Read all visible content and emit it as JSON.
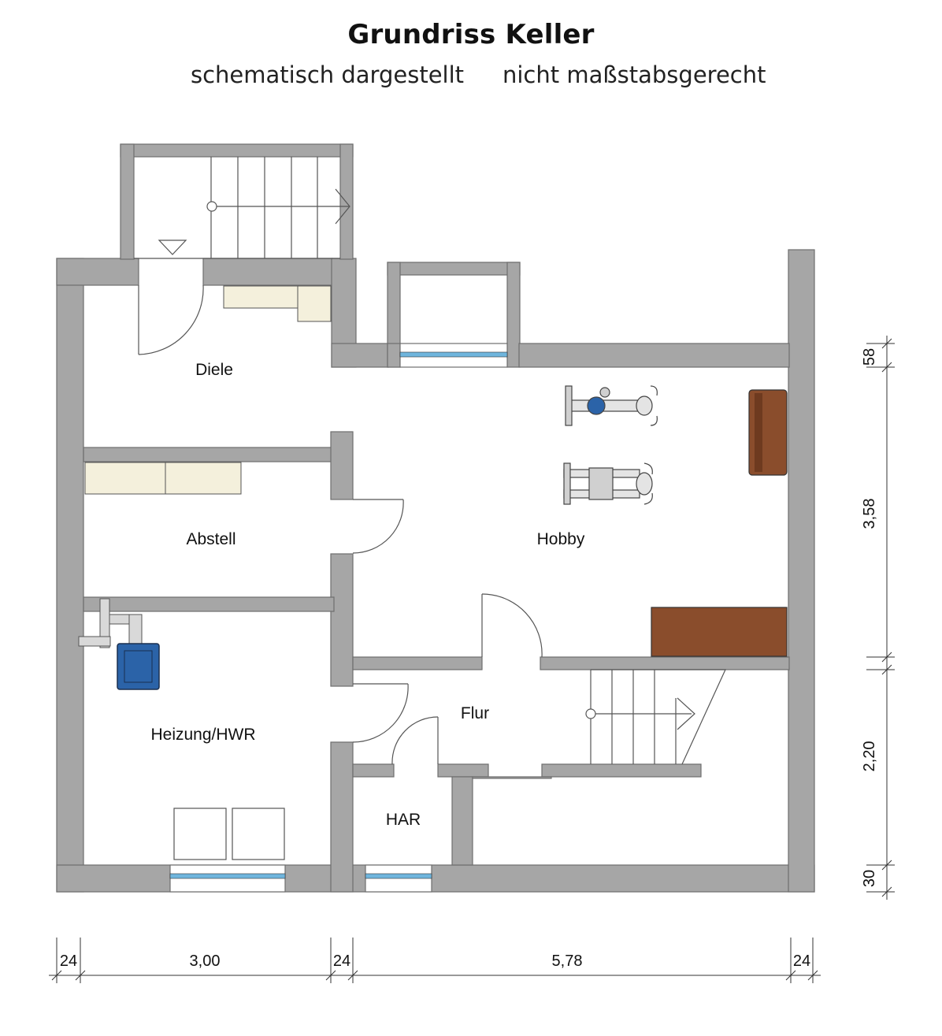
{
  "header": {
    "title": "Grundriss Keller",
    "subtitle_left": "schematisch dargestellt",
    "subtitle_right": "nicht maßstabsgerecht"
  },
  "rooms": {
    "diele": "Diele",
    "abstell": "Abstell",
    "hobby": "Hobby",
    "heizung": "Heizung/HWR",
    "flur": "Flur",
    "har": "HAR"
  },
  "dimensions": {
    "bottom": [
      "24",
      "3,00",
      "24",
      "5,78",
      "24"
    ],
    "right": [
      "58",
      "3,58",
      "2,20",
      "30"
    ]
  },
  "colors": {
    "wall": "#a6a6a6",
    "wall_stroke": "#6e6e6e",
    "window_glass": "#6fb5dd",
    "furniture_cream": "#f4f0dc",
    "furniture_wood": "#8a4d2c",
    "boiler_blue": "#2b63a8"
  }
}
